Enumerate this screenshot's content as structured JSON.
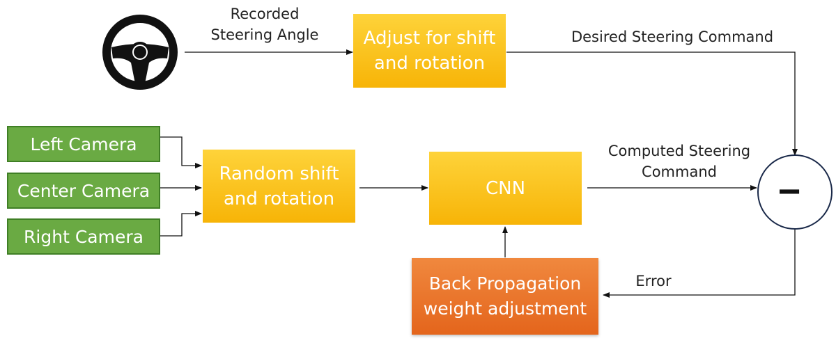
{
  "labels": {
    "recorded_steering_angle": "Recorded\nSteering Angle",
    "desired_steering_command": "Desired Steering Command",
    "computed_steering_command": "Computed Steering\nCommand",
    "error": "Error"
  },
  "boxes": {
    "adjust": "Adjust for shift\nand rotation",
    "random": "Random shift\nand rotation",
    "cnn": "CNN",
    "backprop": "Back Propagation\nweight adjustment"
  },
  "cameras": [
    "Left Camera",
    "Center Camera",
    "Right Camera"
  ],
  "subtract_symbol": "−",
  "icons": {
    "steering_wheel": "steering-wheel-icon"
  },
  "colors": {
    "yellow_box": "#f9c20f",
    "green_box": "#6aaa43",
    "orange_box": "#e8712a",
    "line": "#111111"
  }
}
